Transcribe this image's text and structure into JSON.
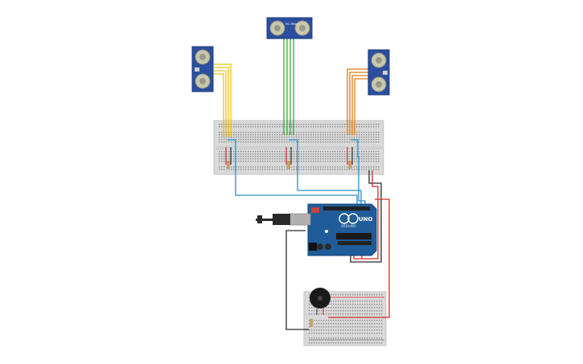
{
  "circuit": {
    "sensors": [
      {
        "name": "ultrasonic-sensor-left"
      },
      {
        "name": "ultrasonic-sensor-top"
      },
      {
        "name": "ultrasonic-sensor-right"
      }
    ],
    "arduino": {
      "brand_text": "UNO",
      "sub_text": "ARDUINO"
    },
    "sensor_module_label": "HC-SR04",
    "colors": {
      "breadboard": "#d9d9d9",
      "breadboard_hole": "#8a8a8a",
      "sensor_board": "#2b4ea0",
      "transducer": "#c9c9b0",
      "arduino_board": "#1f5c99",
      "wire_yellow": "#e8c21a",
      "wire_green": "#38a838",
      "wire_orange": "#e07b10",
      "wire_blue": "#2a90c8",
      "wire_red": "#d42a2a",
      "wire_black": "#2a2a2a",
      "buzzer": "#1a1a1a"
    }
  }
}
